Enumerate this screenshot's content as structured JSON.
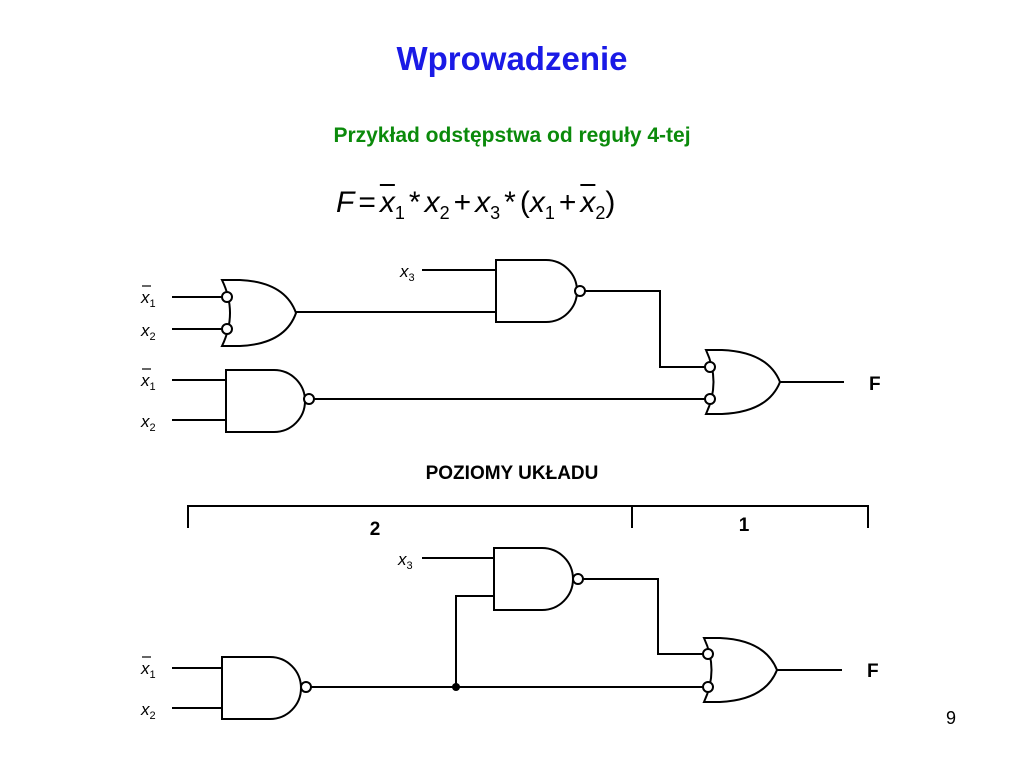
{
  "title": "Wprowadzenie",
  "subtitle": "Przykład odstępstwa od reguły 4-tej",
  "formula": {
    "lhs": "F",
    "eq": "=",
    "t1_var": "x",
    "t1_sub": "1",
    "mul1": "*",
    "t2_var": "x",
    "t2_sub": "2",
    "plus1": "+",
    "t3_var": "x",
    "t3_sub": "3",
    "mul2": "*",
    "lparen": "(",
    "t4_var": "x",
    "t4_sub": "1",
    "plus2": "+",
    "t5_var": "x",
    "t5_sub": "2",
    "rparen": ")"
  },
  "top_circuit": {
    "in_x3": {
      "var": "x",
      "sub": "3"
    },
    "in_nx1_a": {
      "var": "x",
      "sub": "1"
    },
    "in_x2_a": {
      "var": "x",
      "sub": "2"
    },
    "in_nx1_b": {
      "var": "x",
      "sub": "1"
    },
    "in_x2_b": {
      "var": "x",
      "sub": "2"
    },
    "output": "F"
  },
  "levels": {
    "label": "POZIOMY UKŁADU",
    "level2": "2",
    "level1": "1"
  },
  "bottom_circuit": {
    "in_x3": {
      "var": "x",
      "sub": "3"
    },
    "in_nx1": {
      "var": "x",
      "sub": "1"
    },
    "in_x2": {
      "var": "x",
      "sub": "2"
    },
    "output": "F"
  },
  "page_number": "9"
}
